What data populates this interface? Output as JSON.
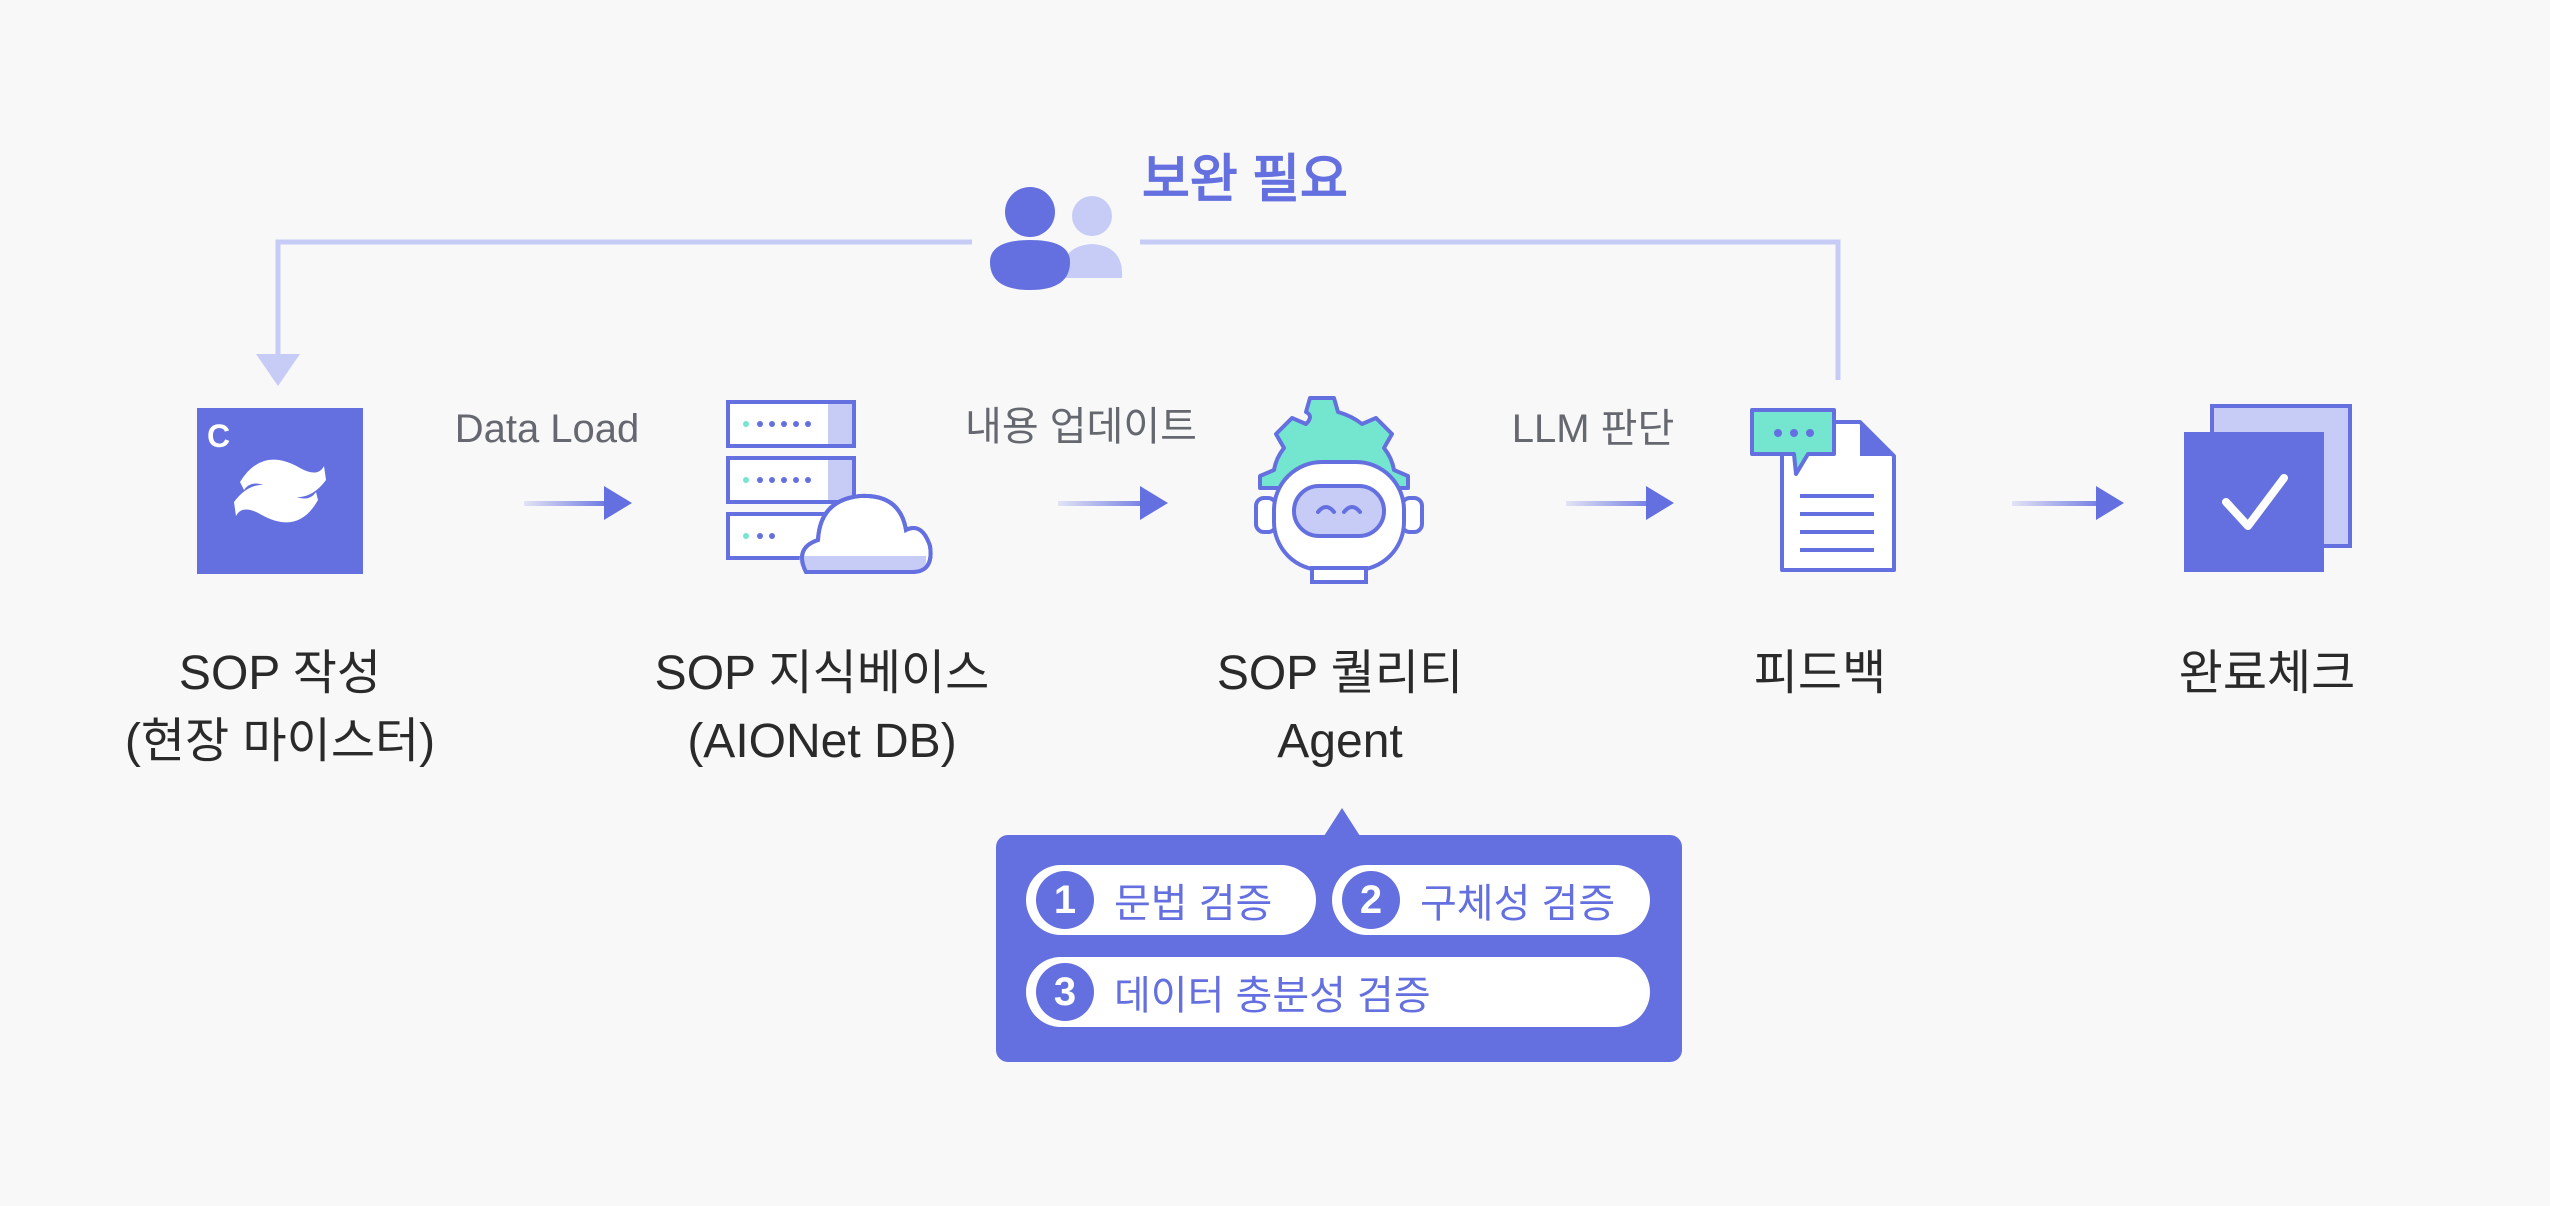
{
  "loop": {
    "label": "보완 필요"
  },
  "nodes": [
    {
      "id": "sop-write",
      "lines": [
        "SOP 작성",
        "(현장 마이스터)"
      ],
      "icon": "confluence-icon"
    },
    {
      "id": "knowledge-base",
      "lines": [
        "SOP 지식베이스",
        "(AIONet DB)"
      ],
      "icon": "server-cloud-icon"
    },
    {
      "id": "quality-agent",
      "lines": [
        "SOP 퀄리티",
        "Agent"
      ],
      "icon": "robot-gear-icon"
    },
    {
      "id": "feedback",
      "lines": [
        "피드백"
      ],
      "icon": "document-chat-icon"
    },
    {
      "id": "complete-check",
      "lines": [
        "완료체크"
      ],
      "icon": "checklist-icon"
    }
  ],
  "edges": [
    {
      "label": "Data Load"
    },
    {
      "label": "내용 업데이트"
    },
    {
      "label": "LLM 판단"
    },
    {
      "label": ""
    }
  ],
  "confluence_letter": "C",
  "checks": [
    {
      "num": "1",
      "label": "문법 검증"
    },
    {
      "num": "2",
      "label": "구체성 검증"
    },
    {
      "num": "3",
      "label": "데이터 충분성 검증"
    }
  ],
  "colors": {
    "primary": "#6470e0",
    "light": "#c7ccf7",
    "mint": "#74e6cf",
    "text": "#2a2a2a",
    "muted": "#666870",
    "background": "#f8f8f8"
  }
}
